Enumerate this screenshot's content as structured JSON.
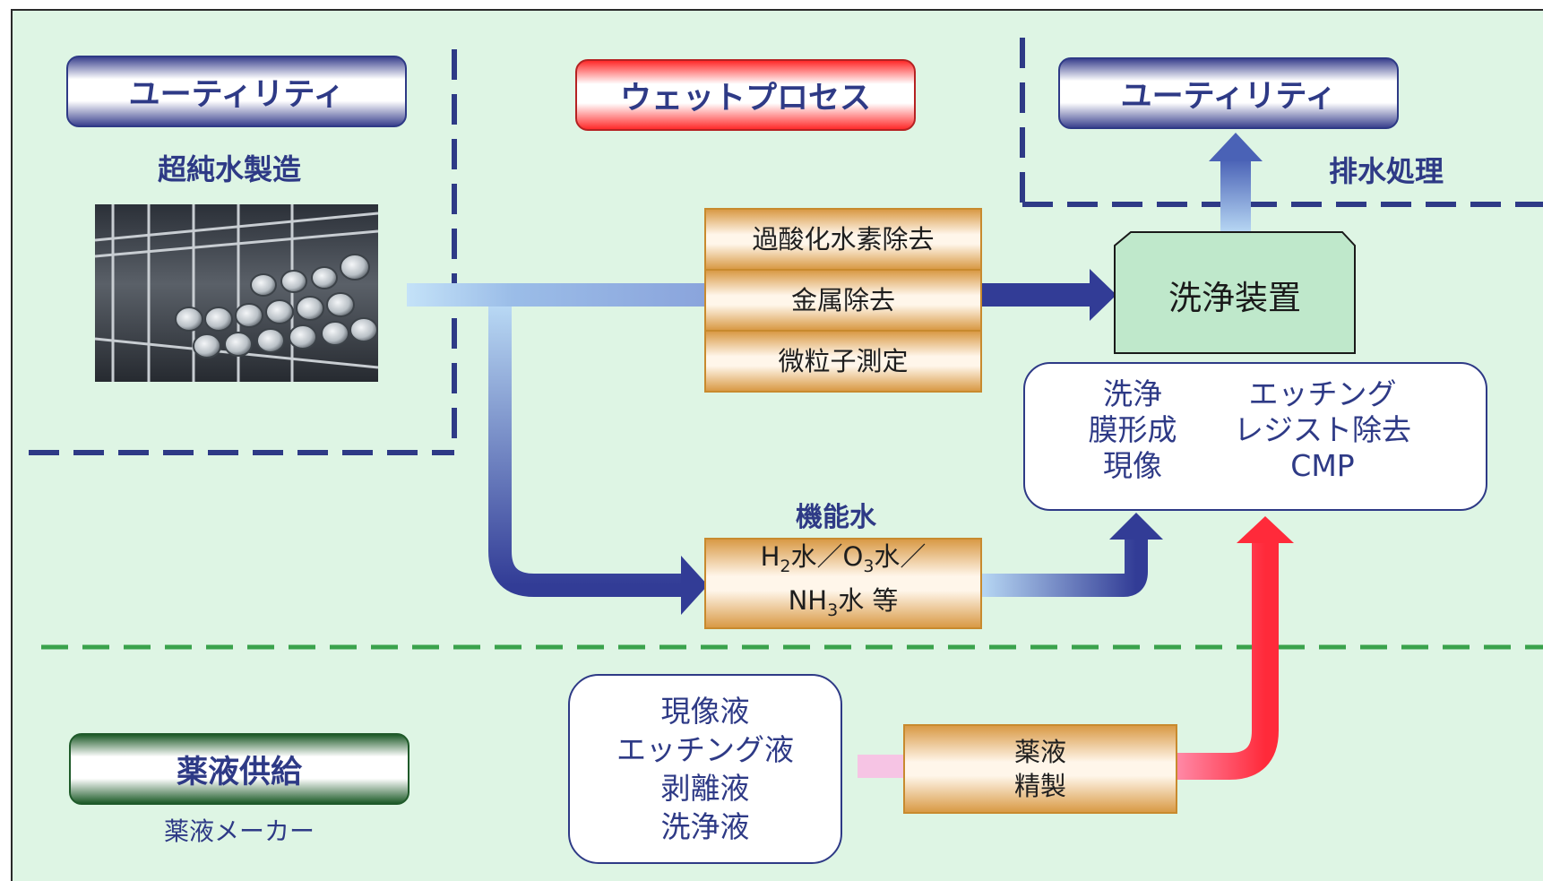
{
  "utility_left": {
    "label": "ユーティリティ",
    "subtitle": "超純水製造"
  },
  "wet_process": {
    "label": "ウェットプロセス"
  },
  "utility_right": {
    "label": "ユーティリティ",
    "subtitle": "排水処理"
  },
  "purification_steps": [
    "過酸化水素除去",
    "金属除去",
    "微粒子測定"
  ],
  "cleaning_device": {
    "label": "洗浄装置"
  },
  "process_list": {
    "left": [
      "洗浄",
      "膜形成",
      "現像"
    ],
    "right": [
      "エッチング",
      "レジスト除去",
      "CMP"
    ]
  },
  "functional_water": {
    "title": "機能水",
    "line1_a": "H",
    "line1_sub1": "2",
    "line1_b": "水／O",
    "line1_sub2": "3",
    "line1_c": "水／",
    "line2_a": "NH",
    "line2_sub": "3",
    "line2_b": "水 等"
  },
  "chemical_supply": {
    "label": "薬液供給",
    "subtitle": "薬液メーカー"
  },
  "chemicals": [
    "現像液",
    "エッチング液",
    "剥離液",
    "洗浄液"
  ],
  "refining": [
    "薬液",
    "精製"
  ],
  "colors": {
    "navy": "#2e3a86",
    "red": "#ff2a2a",
    "light_blue": "#b8d8f4",
    "pink": "#f6c4e4",
    "green_dash": "#3aa24c",
    "background": "#def5e4"
  }
}
